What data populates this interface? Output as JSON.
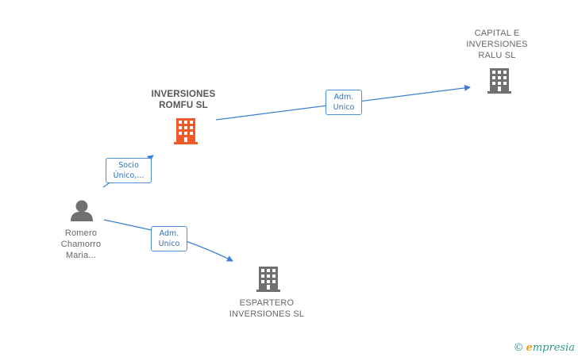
{
  "colors": {
    "company_main": "#f05a28",
    "company": "#707070",
    "person": "#707070",
    "edge": "#3a7fd5"
  },
  "nodes": {
    "romfu": {
      "lines": [
        "INVERSIONES",
        "ROMFU SL"
      ],
      "icon": "building-icon"
    },
    "capital": {
      "lines": [
        "CAPITAL E",
        "INVERSIONES",
        "RALU SL"
      ],
      "icon": "building-icon"
    },
    "espartero": {
      "lines": [
        "ESPARTERO",
        "INVERSIONES SL"
      ],
      "icon": "building-icon"
    },
    "romero": {
      "lines": [
        "Romero",
        "Chamorro",
        "Maria..."
      ],
      "icon": "person-icon"
    }
  },
  "edges": {
    "romero_romfu": {
      "lines": [
        "Socio",
        "Único,..."
      ]
    },
    "romfu_capital": {
      "lines": [
        "Adm.",
        "Unico"
      ]
    },
    "romero_espartero": {
      "lines": [
        "Adm.",
        "Unico"
      ]
    }
  },
  "footer": {
    "copyright": "©",
    "brand_initial": "e",
    "brand_rest": "mpresia"
  }
}
